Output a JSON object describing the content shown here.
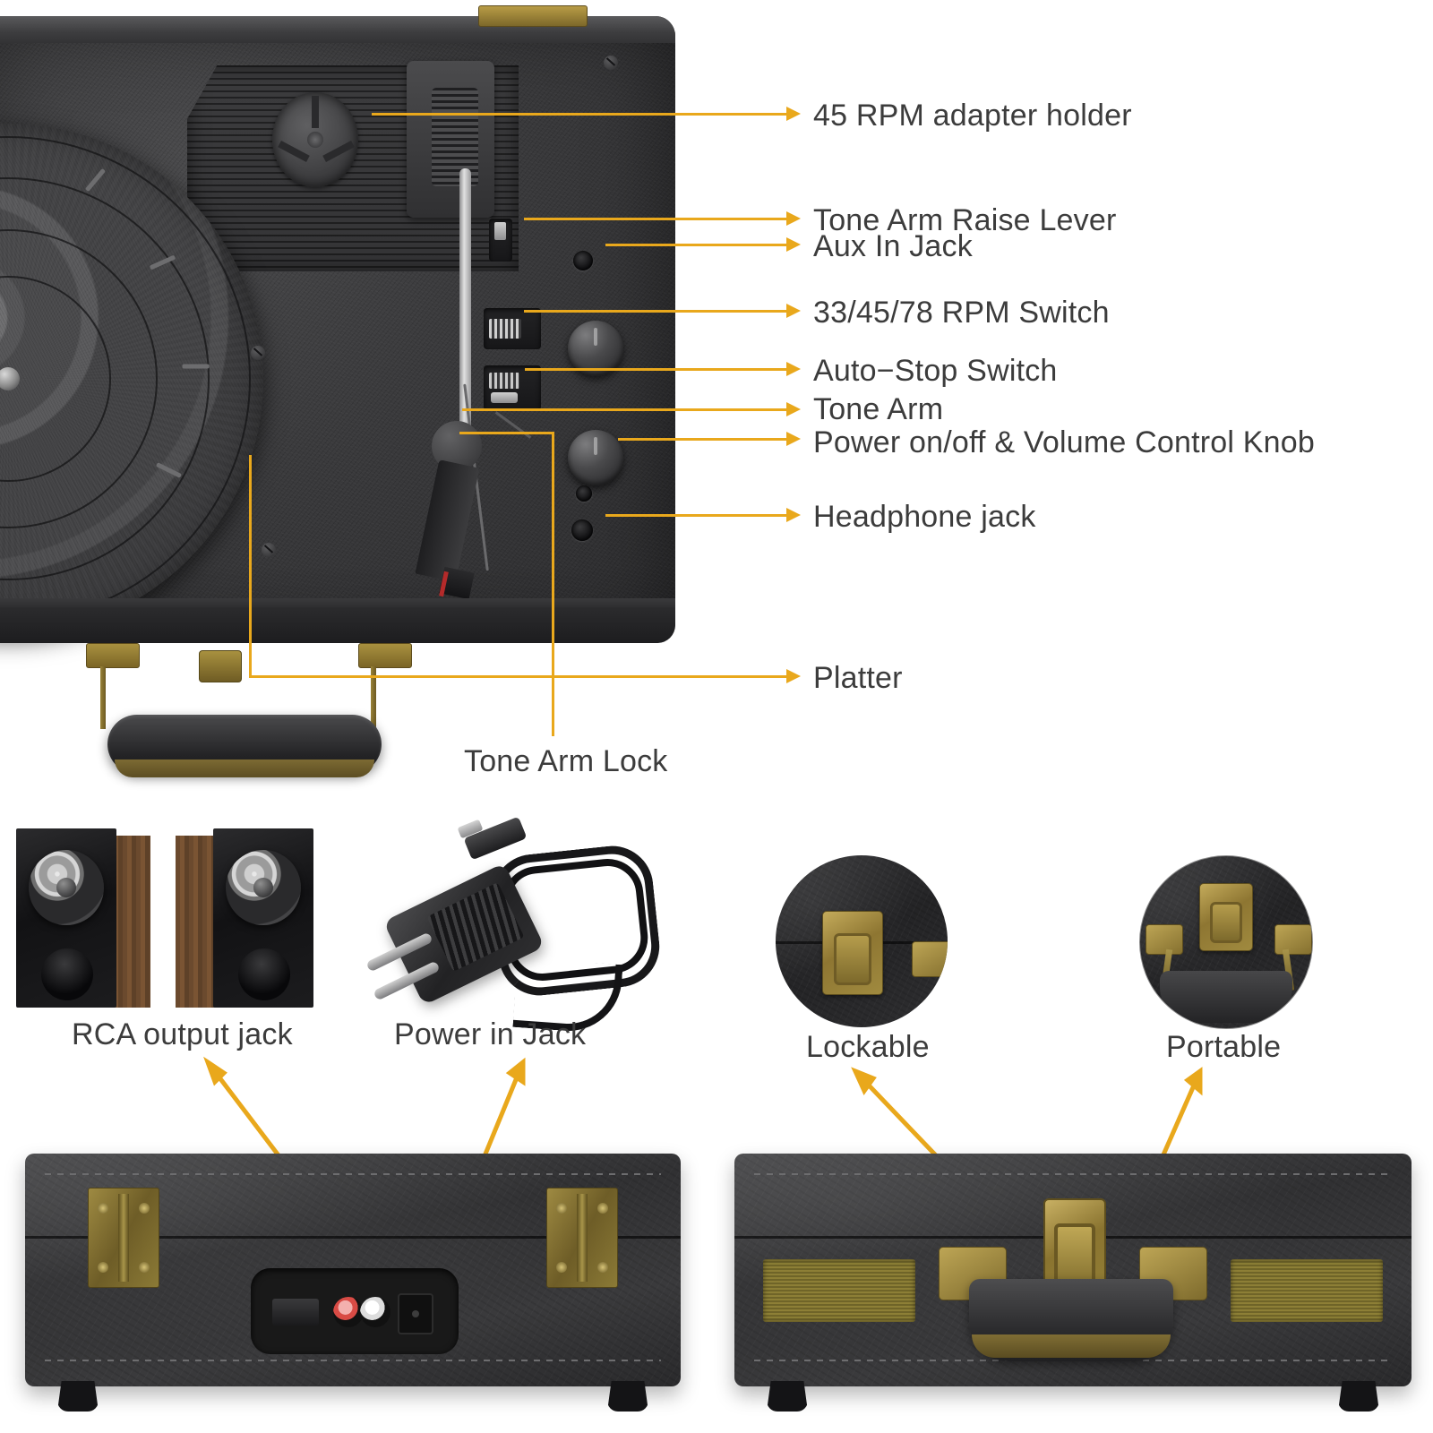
{
  "page": {
    "title": "Suitcase Turntable Feature Callout Diagram",
    "accent_color": "#e9a81c",
    "text_color": "#3c3c3c",
    "background_color": "#ffffff"
  },
  "callouts": {
    "top_panel": [
      {
        "id": "adapter-holder",
        "label": "45 RPM adapter holder"
      },
      {
        "id": "tone-arm-raise",
        "label": "Tone Arm Raise Lever"
      },
      {
        "id": "aux-in",
        "label": "Aux In Jack"
      },
      {
        "id": "rpm-switch",
        "label": "33/45/78 RPM Switch"
      },
      {
        "id": "auto-stop",
        "label": "Auto−Stop Switch"
      },
      {
        "id": "tone-arm",
        "label": "Tone Arm"
      },
      {
        "id": "power-volume",
        "label": "Power on/off & Volume Control Knob"
      },
      {
        "id": "headphone",
        "label": "Headphone jack"
      },
      {
        "id": "platter",
        "label": "Platter"
      },
      {
        "id": "tone-arm-lock",
        "label": "Tone Arm Lock"
      }
    ],
    "accessories": [
      {
        "id": "rca-output",
        "label": "RCA  output jack"
      },
      {
        "id": "power-in",
        "label": "Power in Jack"
      },
      {
        "id": "lockable",
        "label": "Lockable"
      },
      {
        "id": "portable",
        "label": "Portable"
      }
    ]
  },
  "images": {
    "turntable": "open-suitcase-turntable-top-view",
    "speakers": "pair-of-bookshelf-speakers",
    "power_adapter": "ac-power-adapter-with-coiled-cable",
    "lockable_inset": "closeup-brass-latch-circle-inset",
    "portable_inset": "closeup-handle-and-latches-circle-inset",
    "case_rear": "closed-suitcase-rear-view-with-io-panel",
    "case_front": "closed-suitcase-front-view-with-handle"
  }
}
